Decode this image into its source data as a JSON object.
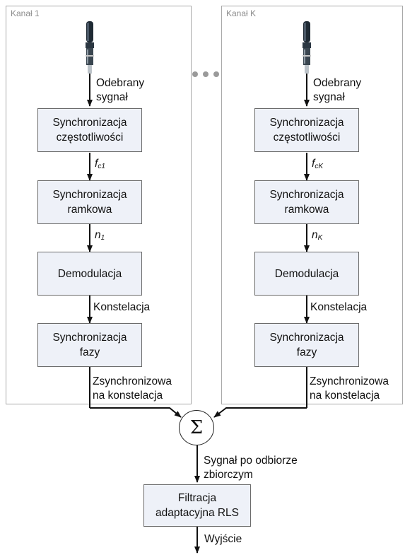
{
  "channels": [
    {
      "title": "Kanał 1",
      "received_label": "Odebrany\nsygnał",
      "blocks": [
        "Synchronizacja\nczęstotliwości",
        "Synchronizacja\nramkowa",
        "Demodulacja",
        "Synchronizacja\nfazy"
      ],
      "freq_symbol": "f",
      "freq_sub": "c1",
      "frame_symbol": "n",
      "frame_sub": "1",
      "constellation_label": "Konstelacja",
      "sync_output_label": "Zsynchronizowa\nna konstelacja"
    },
    {
      "title": "Kanał K",
      "received_label": "Odebrany\nsygnał",
      "blocks": [
        "Synchronizacja\nczęstotliwości",
        "Synchronizacja\nramkowa",
        "Demodulacja",
        "Synchronizacja\nfazy"
      ],
      "freq_symbol": "f",
      "freq_sub": "cK",
      "frame_symbol": "n",
      "frame_sub": "K",
      "constellation_label": "Konstelacja",
      "sync_output_label": "Zsynchronizowa\nna konstelacja"
    }
  ],
  "combiner": {
    "symbol": "Σ",
    "output_label": "Sygnał po odbiorze\nzbiorczym"
  },
  "filter": {
    "label": "Filtracja\nadaptacyjna RLS",
    "output_label": "Wyjście"
  },
  "icons": {
    "antenna": "antenna-icon",
    "ellipsis": "ellipsis-icon"
  }
}
